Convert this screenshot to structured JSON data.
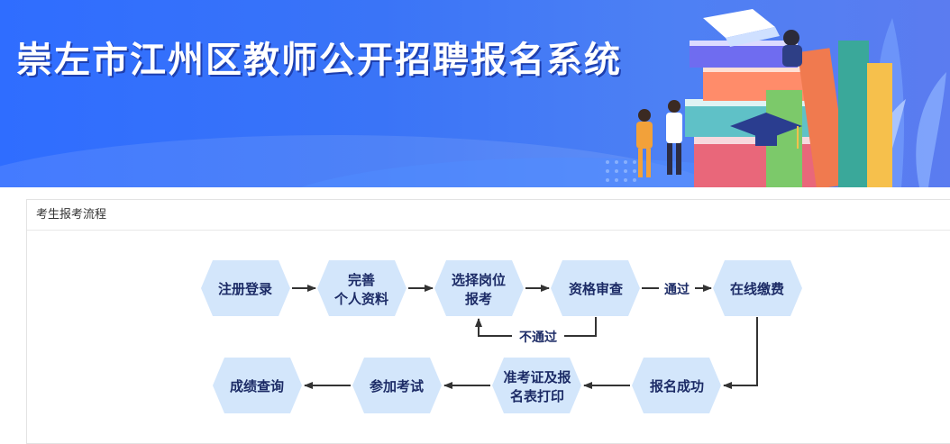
{
  "banner": {
    "title": "崇左市江州区教师公开招聘报名系统"
  },
  "panel": {
    "title": "考生报考流程"
  },
  "flow": {
    "nodes": {
      "register": [
        "注册登录"
      ],
      "profile": [
        "完善",
        "个人资料"
      ],
      "select_post": [
        "选择岗位",
        "报考"
      ],
      "review": [
        "资格审查"
      ],
      "payment": [
        "在线缴费"
      ],
      "success": [
        "报名成功"
      ],
      "print": [
        "准考证及报",
        "名表打印"
      ],
      "exam": [
        "参加考试"
      ],
      "score": [
        "成绩查询"
      ]
    },
    "edges": {
      "pass": "通过",
      "fail": "不通过"
    }
  },
  "colors": {
    "banner": "#3a74f7",
    "node_fill": "#d3e6fb",
    "node_text": "#1c2b66",
    "arrow": "#333333"
  }
}
